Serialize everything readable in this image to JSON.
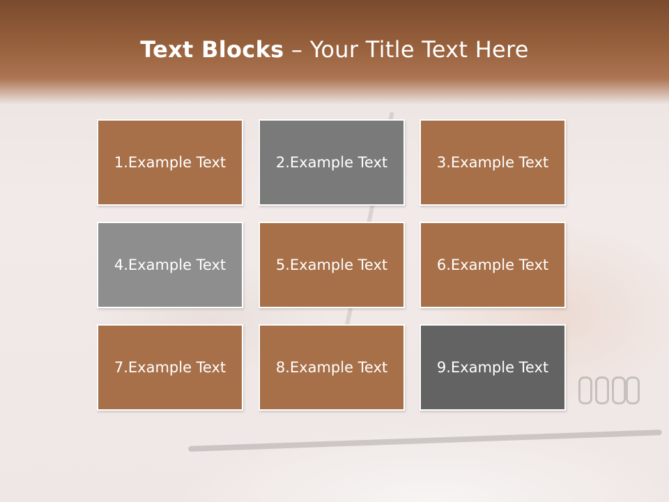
{
  "slide": {
    "title_bold": "Text Blocks",
    "title_separator": " – ",
    "title_rest": "Your Title Text Here"
  },
  "blocks": [
    {
      "label": "1.Example Text",
      "color": "#a87049"
    },
    {
      "label": "2.Example Text",
      "color": "#7a7a7a"
    },
    {
      "label": "3.Example Text",
      "color": "#a87049"
    },
    {
      "label": "4.Example Text",
      "color": "#8e8e8e"
    },
    {
      "label": "5.Example Text",
      "color": "#a87049"
    },
    {
      "label": "6.Example Text",
      "color": "#a87049"
    },
    {
      "label": "7.Example Text",
      "color": "#a87049"
    },
    {
      "label": "8.Example Text",
      "color": "#a87049"
    },
    {
      "label": "9.Example Text",
      "color": "#636363"
    }
  ],
  "theme": {
    "header_color": "#8a5634",
    "text_color": "#ffffff"
  }
}
